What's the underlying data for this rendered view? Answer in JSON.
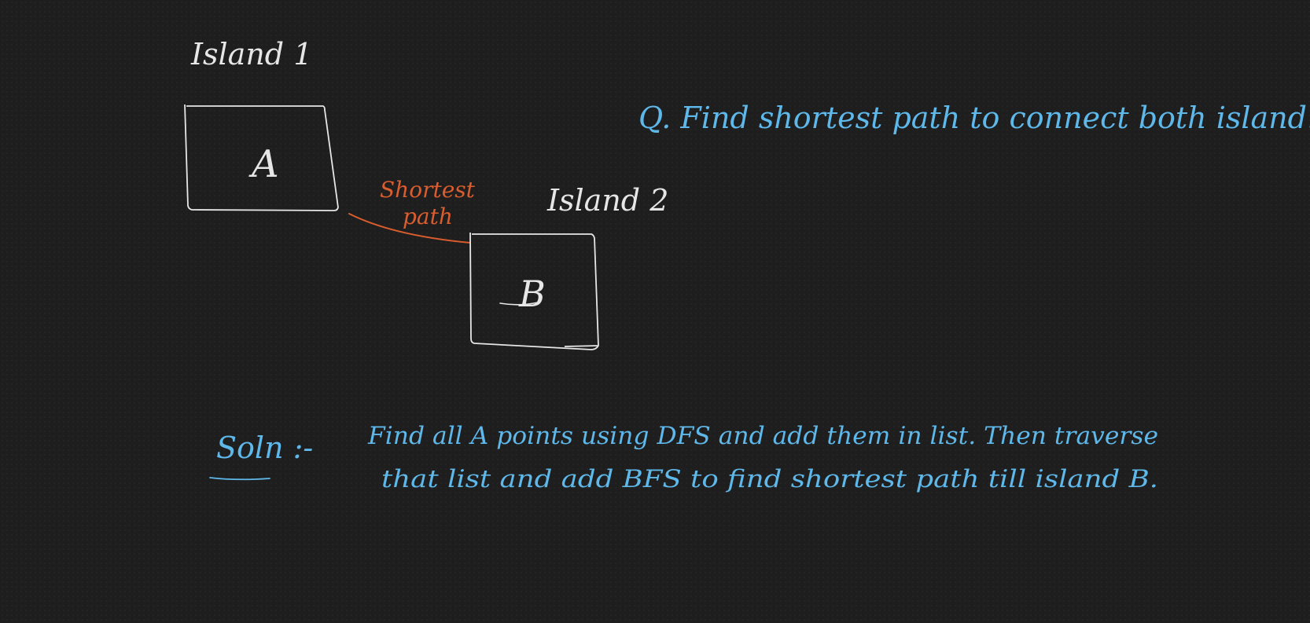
{
  "colors": {
    "background": "#1e1e1e",
    "white_ink": "#e6e6e6",
    "blue_ink": "#5fb8ea",
    "orange_ink": "#d95d2e"
  },
  "island1": {
    "label": "Island 1",
    "box_letter": "A"
  },
  "island2": {
    "label": "Island 2",
    "box_letter": "B"
  },
  "connector": {
    "label_line1": "Shortest",
    "label_line2": "path"
  },
  "question": {
    "text": "Q. Find shortest path to connect both island."
  },
  "solution": {
    "prefix": "Soln :-",
    "line1": "Find all A points using DFS and add them in list. Then traverse",
    "line2": "that list and add BFS to find shortest path till island B."
  }
}
